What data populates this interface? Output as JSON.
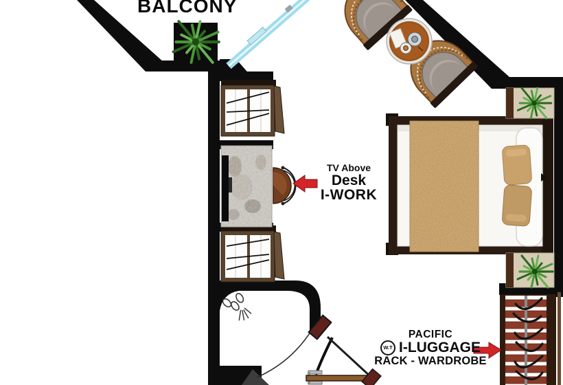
{
  "labels": {
    "balcony": "BALCONY",
    "desk_annotation": {
      "line1": "TV Above",
      "line2": "Desk",
      "line3": "I-WORK"
    },
    "luggage_annotation": {
      "line1": "PACIFIC",
      "logo": "W.T",
      "line2": "I-LUGGAGE",
      "line3": "RACK - WARDROBE"
    }
  },
  "colors": {
    "wall": "#0d0d0d",
    "annotation_arrow_red": "#d32428",
    "blanket_tan": "#c79e63",
    "pillow_tan": "#c9a26b",
    "plant_green": "#4a9638",
    "nightstand_beige": "#d6ccb6",
    "wardrobe_slat": "#8c3a28",
    "window_frame_brown": "#5a4430",
    "sliding_door_blue": "#9fdced",
    "desk_marble_gray": "#cbc7c2",
    "wicker_brown": "#a9763f",
    "cushion_gray": "#9d948d",
    "door_jamb_red": "#5f211c",
    "luggage_bar_brown": "#8a5a2e",
    "table_orange": "#a85a1e"
  }
}
